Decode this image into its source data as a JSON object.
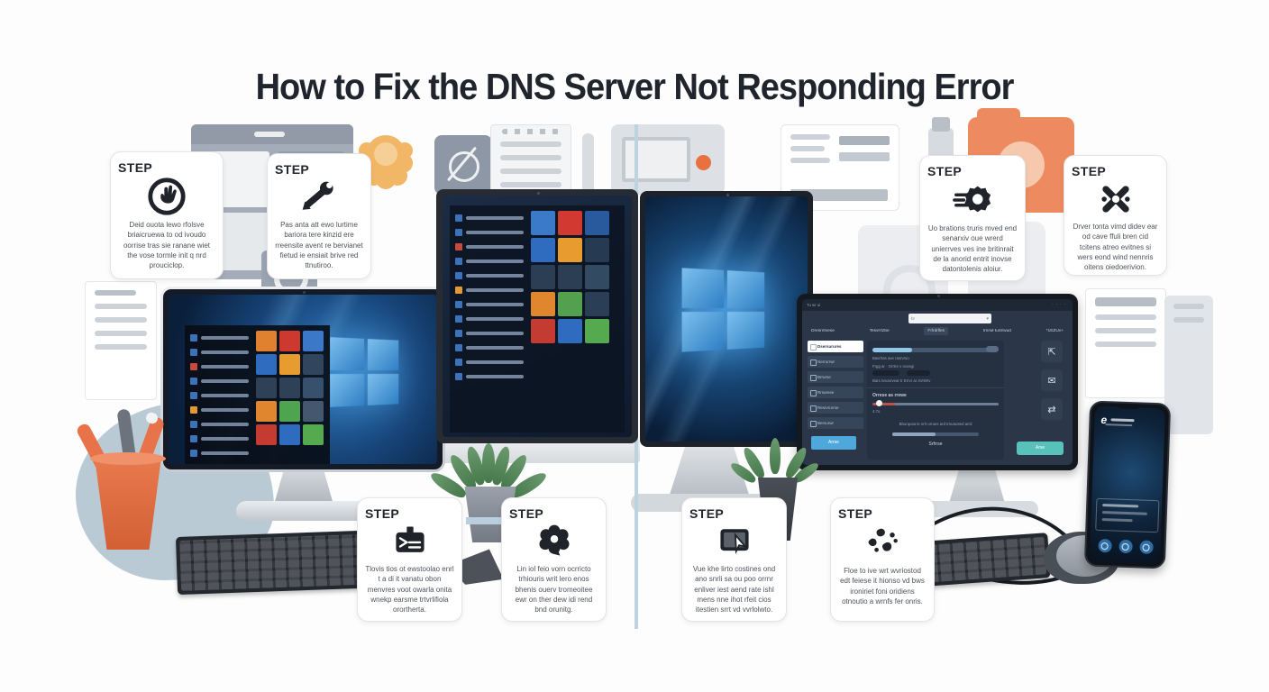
{
  "title": "How to Fix the DNS Server Not Responding Error",
  "colors": {
    "title_text": "#20242c",
    "divider_blue": "#bdd3e0",
    "accent_orange": "#e8734a",
    "windows_blue": "#2f7fc4",
    "teal_button": "#58c2ba",
    "blue_button": "#4fa8dc",
    "card_border": "#e4e4e6"
  },
  "steps": [
    {
      "label": "STEP",
      "icon": "hand-circle-icon",
      "text": "Deid ouota lewo rfolsve briaicruewa to od ivoudo oorrise tras sie ranane wiet the vose tormle init q nrd prouciclop."
    },
    {
      "label": "STEP",
      "icon": "wrench-icon",
      "text": "Pas anta att ewo lurtime bariora tere kinzid ere rreensite avent re bervianet fietud ie ensiait brive red ttnutiroo."
    },
    {
      "label": "STEP",
      "icon": "gear-speed-icon",
      "text": "Uo brations truris mved end senarxiv oue wrerd unierrves ves ine britinrait de la anorid entrit inovse datontolenis aloiur."
    },
    {
      "label": "STEP",
      "icon": "crossed-tools-icon",
      "text": "Drver tonta vimd didev ear od cave ffuli bren cid tcitens atreo evitnes si wers eond wind nennris oitens oiedoerivion."
    },
    {
      "label": "STEP",
      "icon": "envelope-tag-icon",
      "text": "Tlovis tios ot ewstoolao enrl t a di it vanatu obon menvres voot owarla onita wnekp earsme trtvrlifiola orortherta."
    },
    {
      "label": "STEP",
      "icon": "flower-gear-icon",
      "text": "Lin iol feio vorn ocrricto trhiouris writ lero enos bhenis ouerv tromeoitee ewr on ther dew idi rend bnd orunitg."
    },
    {
      "label": "STEP",
      "icon": "screen-cursor-icon",
      "text": "Vue khe lirto costines ond ano snrli sa ou poo orrnr enliver iest aend rate ishl mens nne ihot rfeit cios itestien srrt vd vvrlolwto."
    },
    {
      "label": "STEP",
      "icon": "ink-blobs-icon",
      "text": "Floe to ive wrt wvriostod edt feiese it hionso vd bws ironiriet foni oridiens otnoutio a wrnfs fer onris."
    }
  ],
  "monitors": {
    "left_start_tiles": [
      "#e0812f",
      "#ce392f",
      "#3c78c8",
      "#2f6cc0",
      "#e89b2e",
      "#31455e",
      "#2e4157",
      "#2e4157",
      "#37506b",
      "#e0862e",
      "#4fa54f",
      "#44576e",
      "#c43c31",
      "#2f6cc0",
      "#55a94f"
    ],
    "center_start_tiles": [
      "#3b79c9",
      "#d23a31",
      "#2a5a9e",
      "#2f6cc0",
      "#e89b2e",
      "#263b52",
      "#2b3e54",
      "#2b3e54",
      "#334a63",
      "#e0862e",
      "#53a04e",
      "#2a3e55",
      "#c43c31",
      "#2f6cc0",
      "#55a94f"
    ]
  },
  "settings_app": {
    "titlebar_text": "Tu wr ui",
    "search_text": "br",
    "search_arrow": "▾",
    "tabs": [
      "Dresrnfvese",
      "Tesvrrtzbe",
      "Frlrdrlles",
      "Irnrwl tunlrwud",
      "*1EZUv+"
    ],
    "sidebar": [
      "Dsersurures",
      "Nerrurrwr",
      "Brrurse",
      "Rrsurese",
      "Resrvrurrse",
      "Bersurwr"
    ],
    "sidebar_button": "Arrse",
    "progress_label": "Bavrlras ave rasrvrso",
    "row2_label": "Frgg ar · Orrtre v ovosgi",
    "chips_label": "Bars tvsosrvear tr Errvr ar 4VrWrv",
    "section_title": "Orrese as rrewe",
    "slider_value": "4.7u",
    "note": "Bburqusa te srrt orrues ard trnutuoted arrd",
    "footer_label": "Srfrrse",
    "action_button": "Arse",
    "tool_icons": [
      "⇱",
      "✉",
      "⇄"
    ]
  },
  "phone": {
    "logo": "e"
  }
}
